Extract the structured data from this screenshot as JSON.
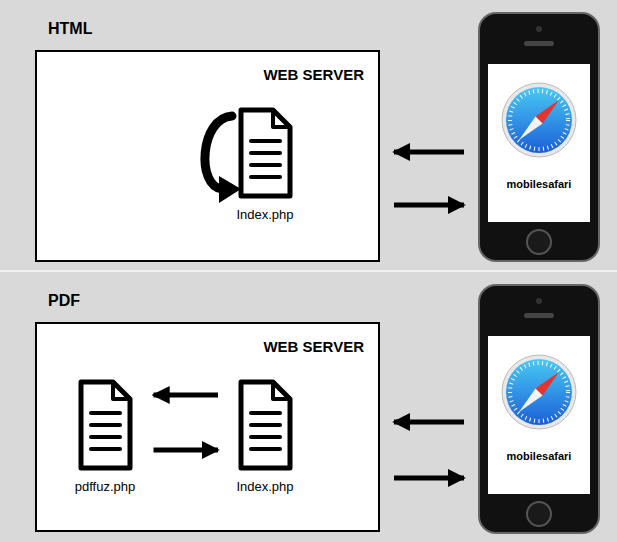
{
  "diagram": {
    "nodes": [
      {
        "text": [
          "HTML"
        ]
      },
      {
        "text": [
          "WEB SERVER"
        ],
        "in": 0
      },
      {
        "text": [
          "Index.php"
        ],
        "in": 1
      },
      {
        "text": [
          "mobilesafari"
        ],
        "in": 0
      },
      {
        "text": [
          "PDF"
        ]
      },
      {
        "text": [
          "WEB SERVER"
        ],
        "in": 4
      },
      {
        "text": [
          "pdffuz.php"
        ],
        "in": 5
      },
      {
        "text": [
          "Index.php"
        ],
        "in": 5
      },
      {
        "text": [
          "mobilesafari"
        ],
        "in": 4
      }
    ],
    "edges": [
      {
        "from": 3,
        "to": 1,
        "arrow": "to"
      },
      {
        "from": 1,
        "to": 3,
        "arrow": "to"
      },
      {
        "from": 7,
        "to": 6,
        "arrow": "to"
      },
      {
        "from": 6,
        "to": 7,
        "arrow": "to"
      },
      {
        "from": 8,
        "to": 5,
        "arrow": "to"
      },
      {
        "from": 5,
        "to": 8,
        "arrow": "to"
      }
    ]
  }
}
